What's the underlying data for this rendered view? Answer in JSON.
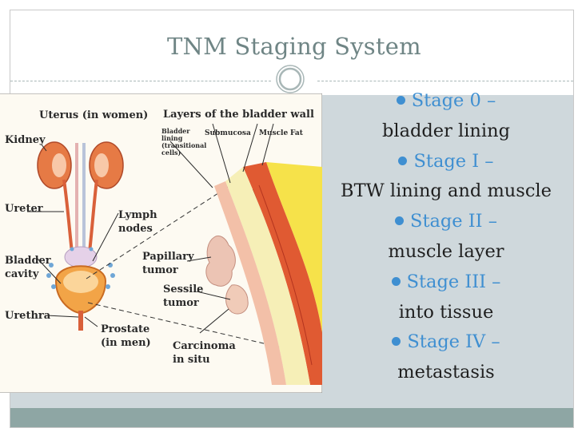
{
  "slide": {
    "title": "TNM Staging System",
    "stages": [
      {
        "heading": "Stage 0 –",
        "detail": "bladder lining"
      },
      {
        "heading": "Stage I –",
        "detail": "BTW lining and muscle"
      },
      {
        "heading": "Stage II –",
        "detail": "muscle layer"
      },
      {
        "heading": "Stage III –",
        "detail": "into tissue"
      },
      {
        "heading": "Stage IV –",
        "detail": "metastasis"
      }
    ]
  },
  "diagram": {
    "uterus": "Uterus (in women)",
    "layers_title": "Layers of the bladder wall",
    "kidney": "Kidney",
    "bladder_lining_1": "Bladder",
    "bladder_lining_2": "lining",
    "bladder_lining_3": "(transitional",
    "bladder_lining_4": "cells)",
    "submucosa": "Submucosa",
    "muscle": "Muscle",
    "fat": "Fat",
    "ureter": "Ureter",
    "lymph_1": "Lymph",
    "lymph_2": "nodes",
    "papillary_1": "Papillary",
    "papillary_2": "tumor",
    "bladder_cavity_1": "Bladder",
    "bladder_cavity_2": "cavity",
    "sessile_1": "Sessile",
    "sessile_2": "tumor",
    "urethra": "Urethra",
    "prostate_1": "Prostate",
    "prostate_2": "(in men)",
    "carcinoma_1": "Carcinoma",
    "carcinoma_2": "in situ"
  },
  "colors": {
    "title": "#6f8585",
    "accent": "#3f8fd1",
    "content_band": "#cfd8dc",
    "bottom_band": "#8ea6a4"
  }
}
